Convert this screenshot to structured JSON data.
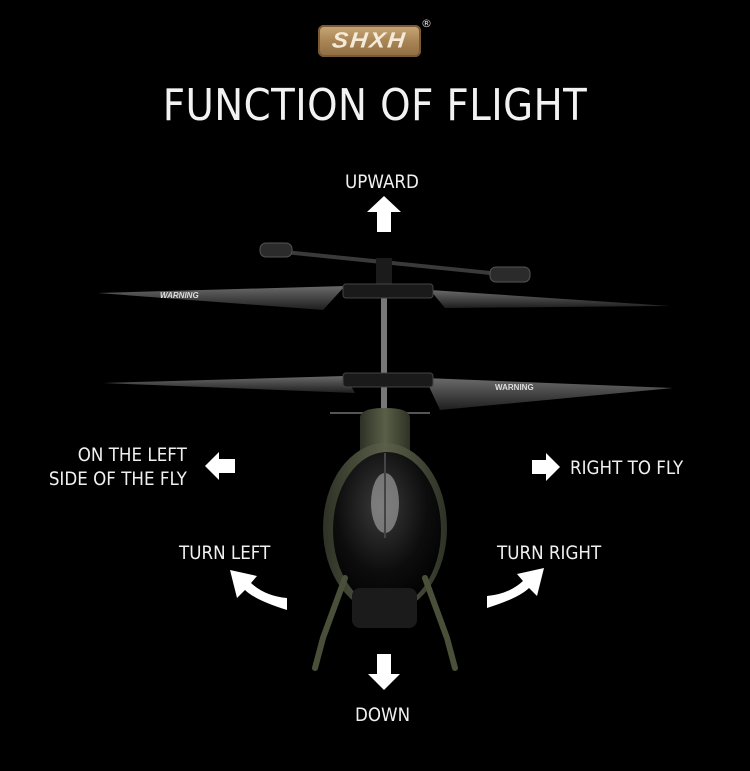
{
  "brand": {
    "logo_text": "SHXH",
    "registered_mark": "®",
    "logo_color": "#a98556"
  },
  "title": "FUNCTION OF FLIGHT",
  "directions": {
    "up": {
      "label": "UPWARD",
      "icon": "arrow-up-icon"
    },
    "left": {
      "label_line1": "ON THE LEFT",
      "label_line2": "SIDE OF THE FLY",
      "icon": "arrow-left-icon"
    },
    "right": {
      "label": "RIGHT TO FLY",
      "icon": "arrow-right-icon"
    },
    "turn_left": {
      "label": "TURN LEFT",
      "icon": "curved-arrow-left-icon"
    },
    "turn_right": {
      "label": "TURN RIGHT",
      "icon": "curved-arrow-right-icon"
    },
    "down": {
      "label": "DOWN",
      "icon": "arrow-down-icon"
    }
  },
  "product": {
    "name": "rc-helicopter",
    "blade_text": "WARNING",
    "body_color": "#4a4f3a"
  },
  "colors": {
    "background": "#000000",
    "text": "#f0f0f0",
    "arrows": "#ffffff"
  }
}
